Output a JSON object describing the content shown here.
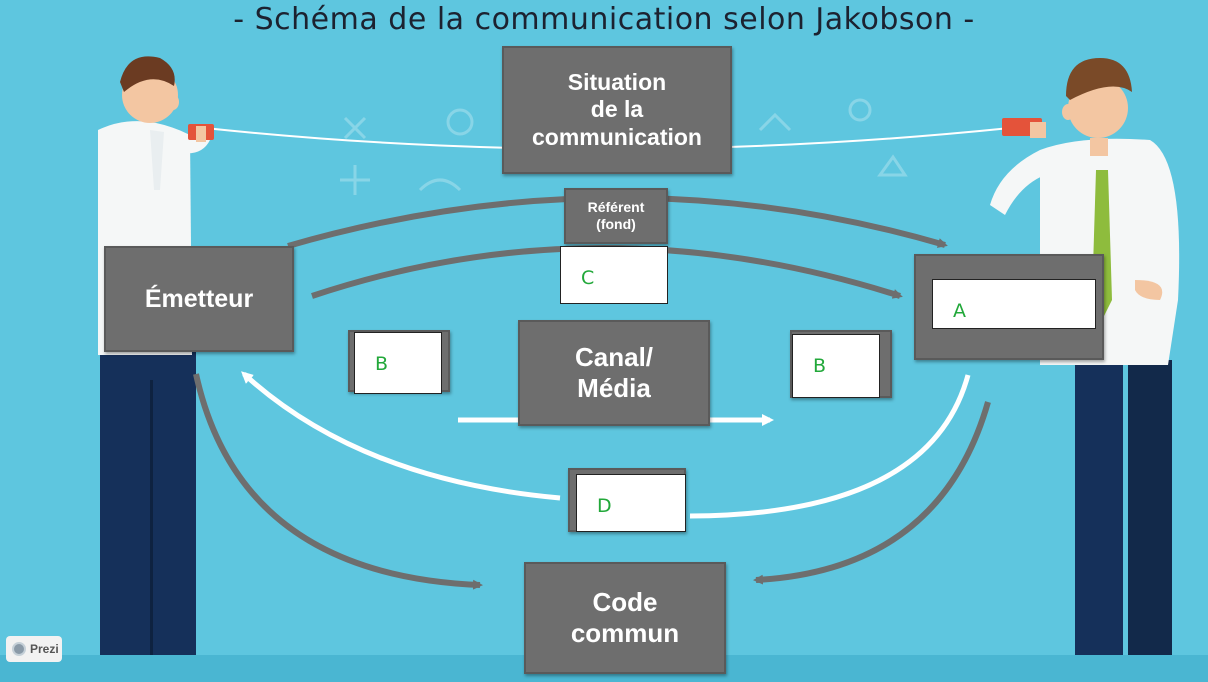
{
  "title": "- Schéma de la communication selon Jakobson -",
  "boxes": {
    "situation": "Situation\nde la\ncommunication",
    "referent": "Référent\n(fond)",
    "emetteur": "Émetteur",
    "canal": "Canal/\nMédia",
    "code": "Code\ncommun"
  },
  "labels": {
    "a": "A",
    "b_left": "B",
    "b_right": "B",
    "c": "C",
    "d": "D"
  },
  "watermark": "Prezi",
  "colors": {
    "background": "#5ec6df",
    "box": "#6e6e6e",
    "label_text": "#22a83a"
  }
}
